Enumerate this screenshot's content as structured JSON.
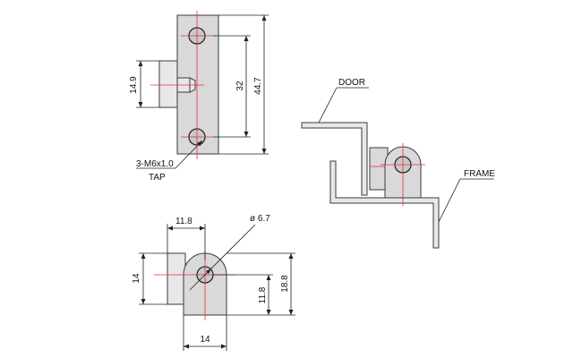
{
  "drawing": {
    "dimensions": {
      "height_tab": "14.9",
      "hole_spacing": "32",
      "overall_height": "44.7",
      "width_bottom": "11.8",
      "hole_diameter": "ø 6.7",
      "depth": "14",
      "hole_height": "11.8",
      "overall_depth": "18.8",
      "base_width": "14"
    },
    "callouts": {
      "tap_line1": "3-M6x1.0",
      "tap_line2": "TAP",
      "door": "DOOR",
      "frame": "FRAME"
    },
    "colors": {
      "part_fill": "#d9d9d9",
      "center_line": "#e0303a",
      "dimension_line": "#222222"
    }
  }
}
